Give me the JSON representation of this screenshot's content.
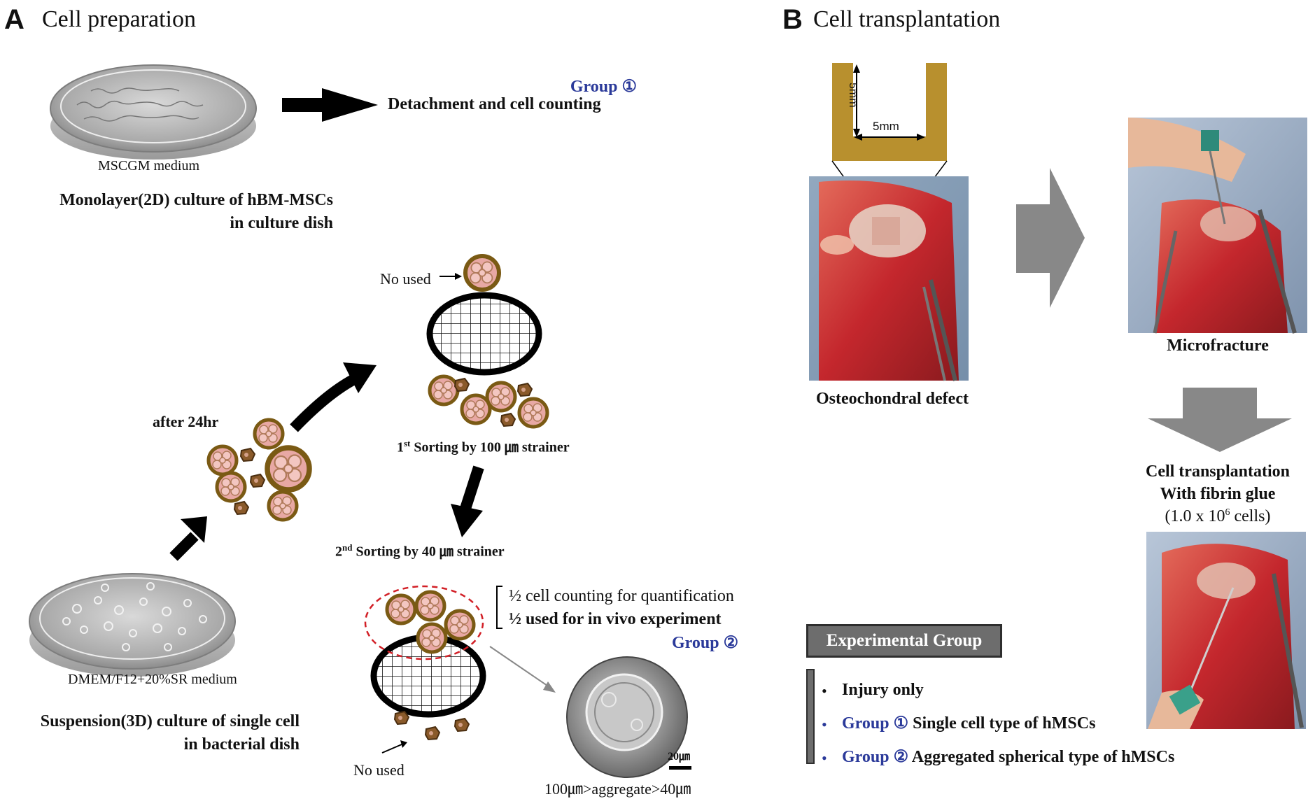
{
  "panel_a": {
    "letter": "A",
    "title": "Cell preparation",
    "dish_2d_label": "MSCGM medium",
    "monolayer_line1": "Monolayer(2D) culture of hBM-MSCs",
    "monolayer_line2": "in culture dish",
    "group1_tag": "Group ①",
    "detachment": "Detachment and cell counting",
    "after_24hr": "after 24hr",
    "no_used_top": "No used",
    "sorting1_prefix": "1",
    "sorting1_sup": "st",
    "sorting1_rest": " Sorting by 100 ㎛ strainer",
    "sorting2_prefix": "2",
    "sorting2_sup": "nd",
    "sorting2_rest": " Sorting by 40 ㎛ strainer",
    "half_counting": "½ cell counting for quantification",
    "half_used": "½ used for in vivo experiment",
    "group2_tag": "Group ②",
    "dish_3d_label": "DMEM/F12+20%SR medium",
    "suspension_line1": "Suspension(3D) culture of single cell",
    "suspension_line2": "in bacterial dish",
    "no_used_bottom": "No used",
    "scale_bar": "20㎛",
    "aggregate_range": "100㎛>aggregate>40㎛"
  },
  "panel_b": {
    "letter": "B",
    "title": "Cell transplantation",
    "dim_vertical": "5mm",
    "dim_horizontal": "5mm",
    "osteochondral": "Osteochondral defect",
    "microfracture": "Microfracture",
    "transplant_line1": "Cell transplantation",
    "transplant_line2": "With fibrin glue",
    "transplant_line3_prefix": "(1.0 x 10",
    "transplant_line3_sup": "6",
    "transplant_line3_suffix": " cells)",
    "legend": {
      "header": "Experimental Group",
      "bullet": "•",
      "items": [
        {
          "group": "",
          "text": "Injury only"
        },
        {
          "group": "Group ①",
          "text": "Single cell type of hMSCs"
        },
        {
          "group": "Group ②",
          "text": "Aggregated spherical type of hMSCs"
        }
      ]
    }
  },
  "colors": {
    "group_blue": "#2b3a9a",
    "arrow_gray": "#888888",
    "defect_gold": "#b8902e",
    "aggregate_outline": "#7a5a14",
    "aggregate_fill": "#e8a8a4",
    "tissue_red": "#c4272d",
    "dashed_red": "#d21f26"
  }
}
